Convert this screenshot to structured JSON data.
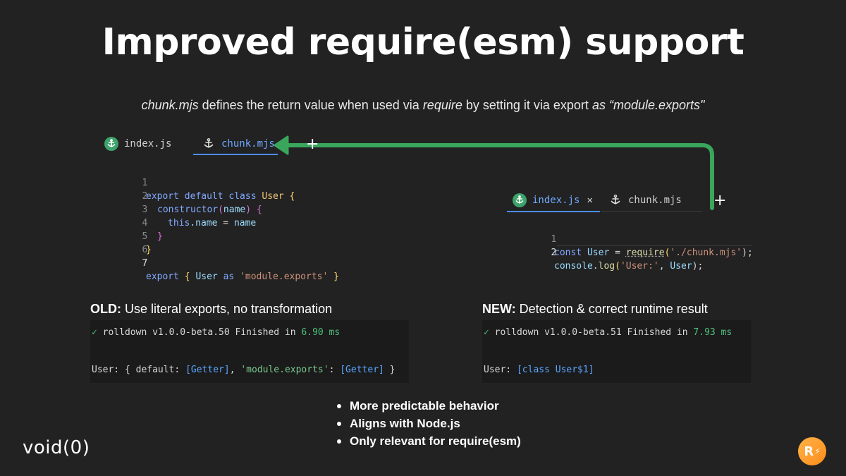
{
  "title": "Improved require(esm) support",
  "subtitle": {
    "part1": "chunk.mjs",
    "part2": " defines the return value when used via ",
    "part3": "require",
    "part4": " by setting it via export ",
    "part5": "as “module.exports\""
  },
  "editor_left": {
    "tabs": [
      {
        "label": "index.js",
        "icon": "anchor-icon",
        "active": false
      },
      {
        "label": "chunk.mjs",
        "icon": "anchor-icon",
        "active": true
      }
    ],
    "plus": "+",
    "lines": [
      {
        "n": "1",
        "tokens": [
          "export default class",
          " User",
          " {"
        ]
      },
      {
        "n": "2",
        "tokens": [
          "constructor",
          "(",
          "name",
          ")",
          " {"
        ]
      },
      {
        "n": "3",
        "tokens": [
          "this",
          ".name",
          " = ",
          "name"
        ]
      },
      {
        "n": "4",
        "tokens": [
          "}"
        ]
      },
      {
        "n": "5",
        "tokens": [
          "}"
        ]
      },
      {
        "n": "6",
        "tokens": [
          ""
        ]
      },
      {
        "n": "7",
        "tokens": [
          "export",
          " {",
          " User",
          " as",
          " 'module.exports'",
          " }"
        ]
      }
    ]
  },
  "editor_right": {
    "tabs": [
      {
        "label": "index.js",
        "icon": "anchor-icon",
        "active": true,
        "close": "✕"
      },
      {
        "label": "chunk.mjs",
        "icon": "anchor-icon",
        "active": false
      }
    ],
    "plus": "+",
    "lines": [
      {
        "n": "1",
        "tokens": [
          "const",
          " User",
          " = ",
          "require",
          "(",
          "'./chunk.mjs'",
          ");"
        ]
      },
      {
        "n": "2",
        "tokens": [
          "console",
          ".",
          "log",
          "(",
          "'User:'",
          ", ",
          "User",
          ");"
        ]
      }
    ]
  },
  "old": {
    "label_bold": "OLD:",
    "label_rest": " Use literal exports, no transformation",
    "check": "✓",
    "line1_pre": " rolldown v1.0.0-beta.50 Finished in ",
    "line1_num": "6.90 ms",
    "line2": [
      "User: { default: ",
      "[Getter]",
      ", ",
      "'module.exports'",
      ": ",
      "[Getter]",
      " }"
    ]
  },
  "new": {
    "label_bold": "NEW:",
    "label_rest": " Detection & correct runtime result",
    "check": "✓",
    "line1_pre": " rolldown v1.0.0-beta.51 Finished in ",
    "line1_num": "7.93 ms",
    "line2": [
      "User: ",
      "[class User$1]"
    ]
  },
  "bullets": [
    "More predictable behavior",
    "Aligns with Node.js",
    "Only relevant for require(esm)"
  ],
  "logos": {
    "void": "void(0)",
    "rolldown": "R"
  },
  "colors": {
    "arrow": "#3aa65c",
    "accent_blue": "#4d8df7"
  }
}
